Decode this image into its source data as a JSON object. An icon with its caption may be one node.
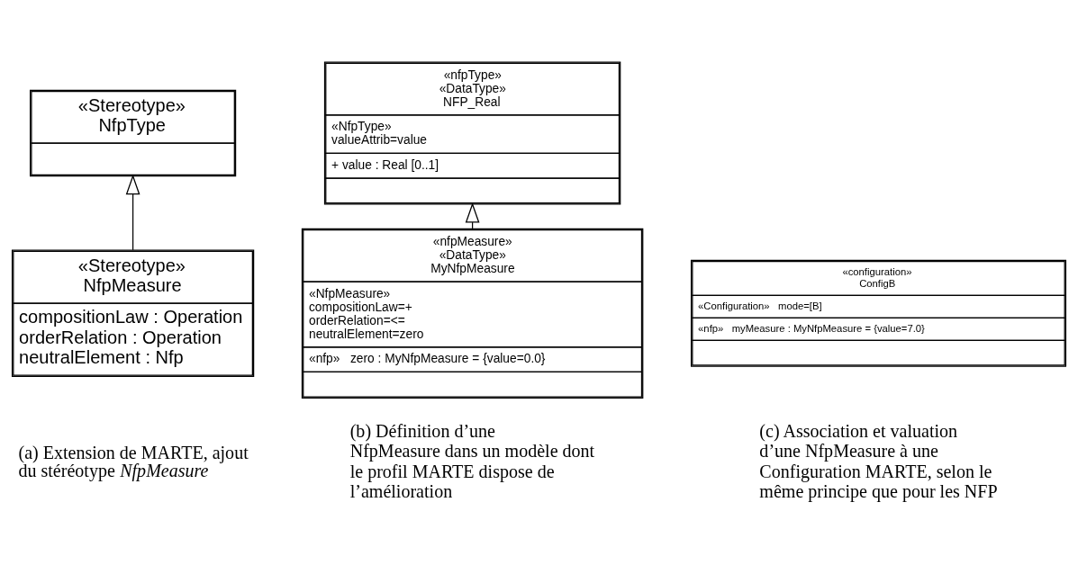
{
  "diagram": {
    "nodes": [
      {
        "text": [
          "«Stereotype»",
          "NfpType"
        ]
      },
      {
        "text": [
          "«Stereotype»",
          "NfpMeasure",
          "compositionLaw : Operation",
          "orderRelation : Operation",
          "neutralElement : Nfp"
        ]
      },
      {
        "text": [
          "«nfpType»",
          "«DataType»",
          "NFP_Real",
          "«NfpType»",
          "valueAttrib=value",
          "+ value : Real [0..1]"
        ]
      },
      {
        "text": [
          "«nfpMeasure»",
          "«DataType»",
          "MyNfpMeasure",
          "«NfpMeasure»",
          "compositionLaw=+",
          "orderRelation=<=",
          "neutralElement=zero",
          "«nfp»   zero : MyNfpMeasure = {value=0.0}"
        ]
      },
      {
        "text": [
          "«configuration»",
          "ConfigB",
          "«Configuration»   mode=[B]",
          "«nfp»   myMeasure : MyNfpMeasure = {value=7.0}"
        ]
      }
    ],
    "edges": [
      {
        "from": 1,
        "to": 0,
        "arrow": "to"
      },
      {
        "from": 3,
        "to": 2,
        "arrow": "to"
      }
    ],
    "labels": [
      "(a) Extension de MARTE, ajout du stéréotype *NfpMeasure*",
      "(b) Définition d’une NfpMeasure dans un modèle dont le profil MARTE dispose de l’amélioration",
      "(c) Association et valuation d’une NfpMeasure à une Configuration MARTE, selon le même principe que pour les NFP"
    ]
  }
}
